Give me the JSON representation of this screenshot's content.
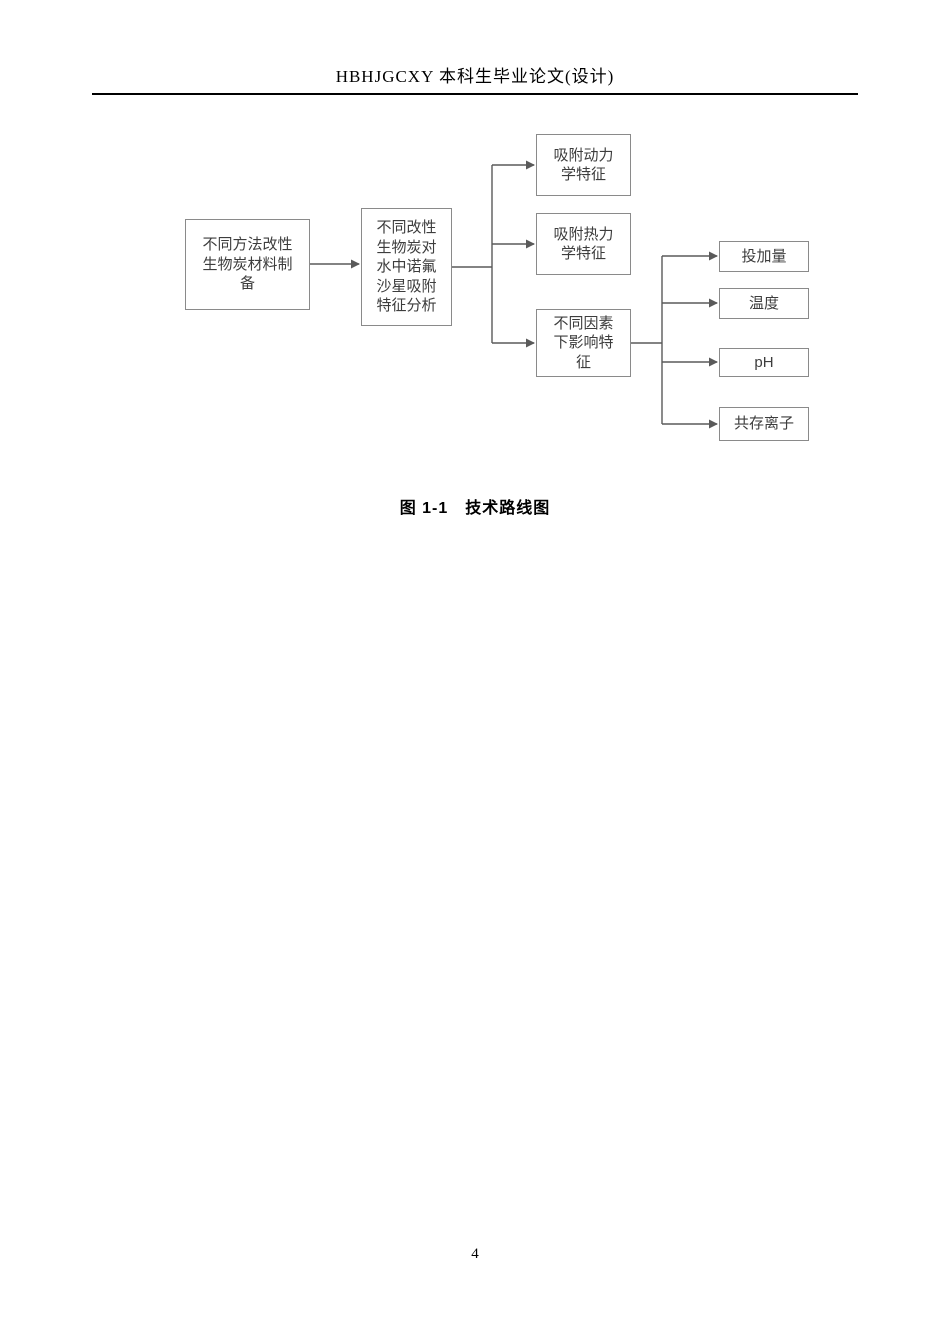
{
  "header": {
    "title": "HBHJGCXY 本科生毕业论文(设计)"
  },
  "diagram": {
    "nodes": {
      "preparation": "不同方法改性生物炭材料制备",
      "adsorption_analysis": "不同改性生物炭对水中诺氟沙星吸附特征分析",
      "kinetics": "吸附动力学特征",
      "thermodynamics": "吸附热力学特征",
      "influence_factors": "不同因素下影响特征",
      "dosage": "投加量",
      "temperature": "温度",
      "ph": "pH",
      "coexisting_ions": "共存离子"
    },
    "caption": "图 1-1　技术路线图",
    "line_color": "#5a5a5a",
    "box_border_color": "#8a8a8a"
  },
  "footer": {
    "page_number": "4"
  }
}
